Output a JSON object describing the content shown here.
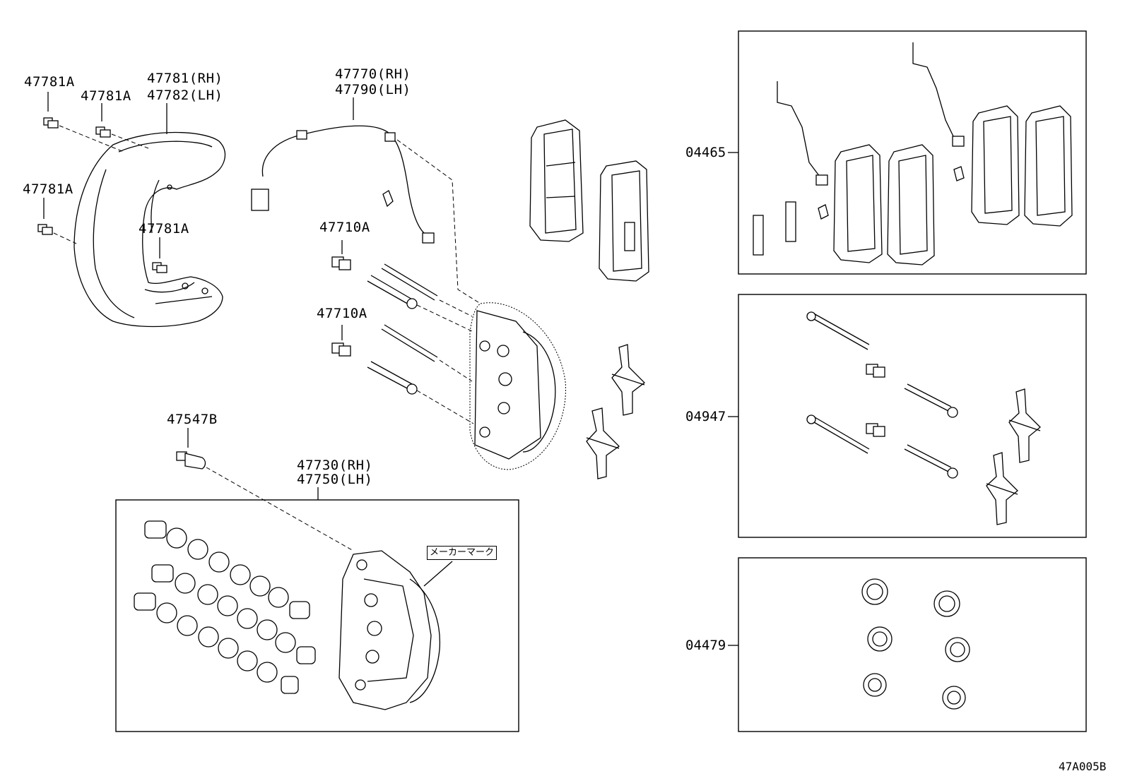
{
  "labels": {
    "bolt_a1": "47781A",
    "bolt_a2": "47781A",
    "bolt_a3": "47781A",
    "bolt_a4": "47781A",
    "cover_rh": "47781(RH)",
    "cover_lh": "47782(LH)",
    "sensor_rh": "47770(RH)",
    "sensor_lh": "47790(LH)",
    "bolt_b1": "47710A",
    "bolt_b2": "47710A",
    "bleeder": "47547B",
    "caliper_rh": "47730(RH)",
    "caliper_lh": "47750(LH)",
    "maker_mark": "メーカーマーク"
  },
  "kits": {
    "pad_kit": "04465",
    "pin_kit": "04947",
    "seal_kit": "04479"
  },
  "diagram_code": "47A005B"
}
